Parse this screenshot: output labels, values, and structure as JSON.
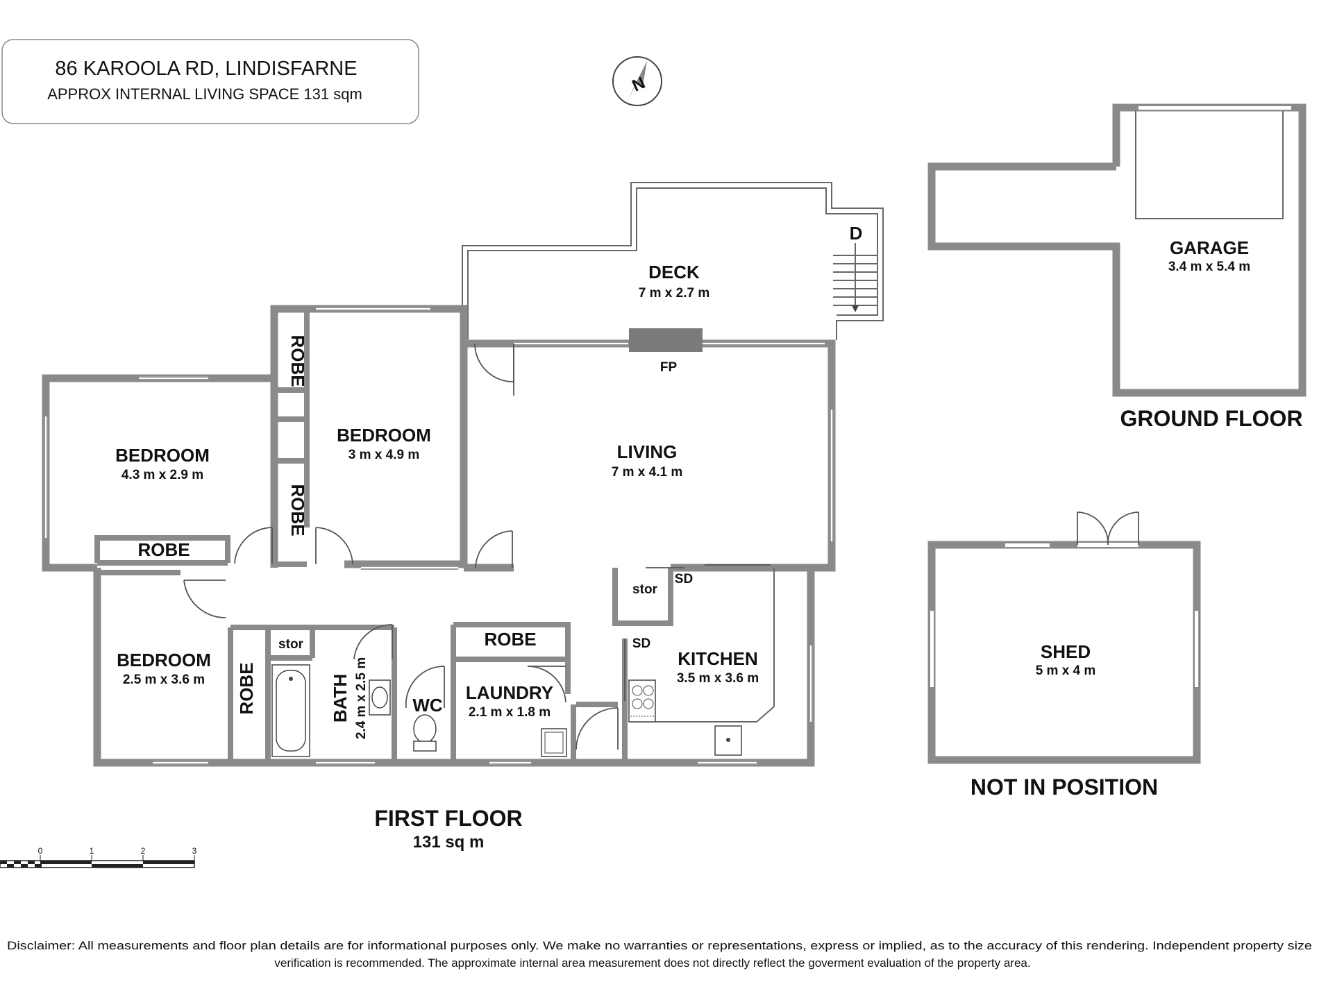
{
  "header": {
    "address": "86 KAROOLA RD, LINDISFARNE",
    "living_space": "APPROX INTERNAL LIVING SPACE 131 sqm"
  },
  "compass": {
    "icon": "compass-north-icon",
    "letter": "N"
  },
  "first_floor": {
    "title": "FIRST FLOOR",
    "area": "131 sq m",
    "rooms": {
      "deck": {
        "name": "DECK",
        "dims": "7 m x 2.7 m"
      },
      "living": {
        "name": "LIVING",
        "dims": "7 m x 4.1 m"
      },
      "bedroom_centre": {
        "name": "BEDROOM",
        "dims": "3 m x 4.9 m"
      },
      "bedroom_left": {
        "name": "BEDROOM",
        "dims": "4.3 m x 2.9 m"
      },
      "bedroom_bottom": {
        "name": "BEDROOM",
        "dims": "2.5 m x 3.6 m"
      },
      "kitchen": {
        "name": "KITCHEN",
        "dims": "3.5 m x 3.6 m"
      },
      "laundry": {
        "name": "LAUNDRY",
        "dims": "2.1 m x 1.8 m"
      },
      "bath": {
        "name": "BATH",
        "dims": "2.4 m x 2.5 m"
      },
      "wc": {
        "name": "WC"
      },
      "robe_top_a": {
        "name": "ROBE"
      },
      "robe_top_b": {
        "name": "ROBE"
      },
      "robe_left": {
        "name": "ROBE"
      },
      "robe_bath": {
        "name": "ROBE"
      },
      "robe_laundry": {
        "name": "ROBE"
      },
      "stor_hall": {
        "name": "stor"
      },
      "stor_bath": {
        "name": "stor"
      }
    },
    "labels": {
      "fp": "FP",
      "sd_1": "SD",
      "sd_2": "SD",
      "stairs_down": "D"
    }
  },
  "ground_floor": {
    "title": "GROUND FLOOR",
    "garage": {
      "name": "GARAGE",
      "dims": "3.4 m x 5.4 m"
    }
  },
  "shed": {
    "name": "SHED",
    "dims": "5 m x 4 m",
    "note": "NOT IN POSITION"
  },
  "scale_bar": {
    "ticks": [
      "0",
      "1",
      "2",
      "3"
    ]
  },
  "disclaimer": {
    "line1": "Disclaimer: All measurements and floor plan details are for informational purposes only. We  make no warranties or representations, express or implied, as to the accuracy of this rendering. Independent property size",
    "line2": "verification is recommended. The approximate internal area measurement does not directly reflect the goverment evaluation of the property area."
  }
}
